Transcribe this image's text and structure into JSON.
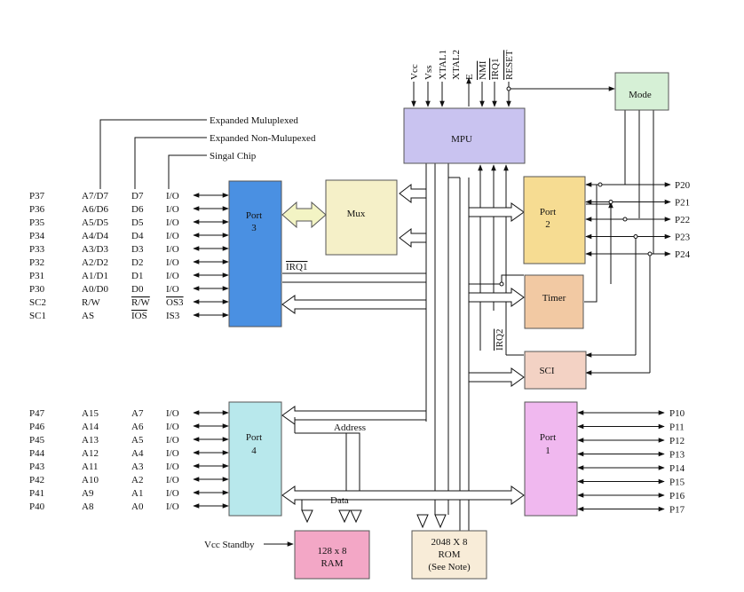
{
  "blocks": {
    "mpu": "MPU",
    "mode": "Mode",
    "mux": "Mux",
    "port3": [
      "Port",
      "3"
    ],
    "port2": [
      "Port",
      "2"
    ],
    "port4": [
      "Port",
      "4"
    ],
    "port1": [
      "Port",
      "1"
    ],
    "timer": "Timer",
    "sci": "SCI",
    "ram": [
      "128 x 8",
      "RAM"
    ],
    "rom": [
      "2048 X 8",
      "ROM",
      "(See Note)"
    ]
  },
  "colors": {
    "mpu": "#c9c3f0",
    "mode": "#d6f0d6",
    "mux": "#f5f0c8",
    "port3": "#4a90e2",
    "port2": "#f6dc92",
    "port4": "#b8e8ec",
    "port1": "#f0b8ef",
    "timer": "#f2c9a3",
    "sci": "#f3d2c4",
    "ram": "#f3a7c6",
    "rom": "#f8ecd8",
    "mux_arrow": "#f3f4c4"
  },
  "mpu_pins": [
    "Vcc",
    "Vss",
    "XTAL1",
    "XTAL2",
    "E",
    "NMI",
    "IRQ1",
    "RESET"
  ],
  "legend": {
    "multiplexed": "Expanded Muluplexed",
    "non_multiplexed": "Expanded Non-Mulupexed",
    "single_chip": "Singal Chip"
  },
  "port3_rows": [
    [
      "P37",
      "A7/D7",
      "D7",
      "I/O"
    ],
    [
      "P36",
      "A6/D6",
      "D6",
      "I/O"
    ],
    [
      "P35",
      "A5/D5",
      "D5",
      "I/O"
    ],
    [
      "P34",
      "A4/D4",
      "D4",
      "I/O"
    ],
    [
      "P33",
      "A3/D3",
      "D3",
      "I/O"
    ],
    [
      "P32",
      "A2/D2",
      "D2",
      "I/O"
    ],
    [
      "P31",
      "A1/D1",
      "D1",
      "I/O"
    ],
    [
      "P30",
      "A0/D0",
      "D0",
      "I/O"
    ],
    [
      "SC2",
      "R/W",
      "R/W",
      "OS3"
    ],
    [
      "SC1",
      "AS",
      "IOS",
      "IS3"
    ]
  ],
  "port4_rows": [
    [
      "P47",
      "A15",
      "A7",
      "I/O"
    ],
    [
      "P46",
      "A14",
      "A6",
      "I/O"
    ],
    [
      "P45",
      "A13",
      "A5",
      "I/O"
    ],
    [
      "P44",
      "A12",
      "A4",
      "I/O"
    ],
    [
      "P43",
      "A11",
      "A3",
      "I/O"
    ],
    [
      "P42",
      "A10",
      "A2",
      "I/O"
    ],
    [
      "P41",
      "A9",
      "A1",
      "I/O"
    ],
    [
      "P40",
      "A8",
      "A0",
      "I/O"
    ]
  ],
  "port2_pins": [
    "P20",
    "P21",
    "P22",
    "P23",
    "P24"
  ],
  "port1_pins": [
    "P10",
    "P11",
    "P12",
    "P13",
    "P14",
    "P15",
    "P16",
    "P17"
  ],
  "signals": {
    "irq1": "IRQ1",
    "irq2": "IRQ2",
    "address": "Address",
    "data": "Data",
    "vcc_standby": "Vcc Standby"
  }
}
